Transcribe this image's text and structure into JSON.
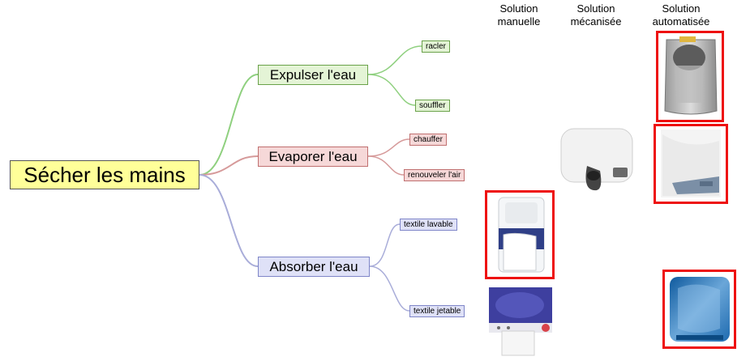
{
  "header": {
    "col_manual": [
      "Solution",
      "manuelle"
    ],
    "col_mechanical": [
      "Solution",
      "mécanisée"
    ],
    "col_automated": [
      "Solution",
      "automatisée"
    ]
  },
  "mindmap": {
    "root": "Sécher les mains",
    "branches": [
      {
        "label": "Expulser l'eau",
        "color": "#7cc26a",
        "leaves": [
          "racler",
          "souffler"
        ]
      },
      {
        "label": "Evaporer l'eau",
        "color": "#c98080",
        "leaves": [
          "chauffer",
          "renouveler l'air"
        ]
      },
      {
        "label": "Absorber l'eau",
        "color": "#9b9fdc",
        "leaves": [
          "textile lavable",
          "textile jetable"
        ]
      }
    ]
  },
  "images": {
    "highlight_color": "#ee1111",
    "items": [
      {
        "name": "automatic-blade-dryer"
      },
      {
        "name": "mechanical-hot-air-dryer"
      },
      {
        "name": "automatic-hot-air-dryer"
      },
      {
        "name": "manual-cloth-towel-dispenser"
      },
      {
        "name": "manual-paper-towel-dispenser"
      },
      {
        "name": "automatic-paper-towel-dispenser"
      }
    ]
  }
}
